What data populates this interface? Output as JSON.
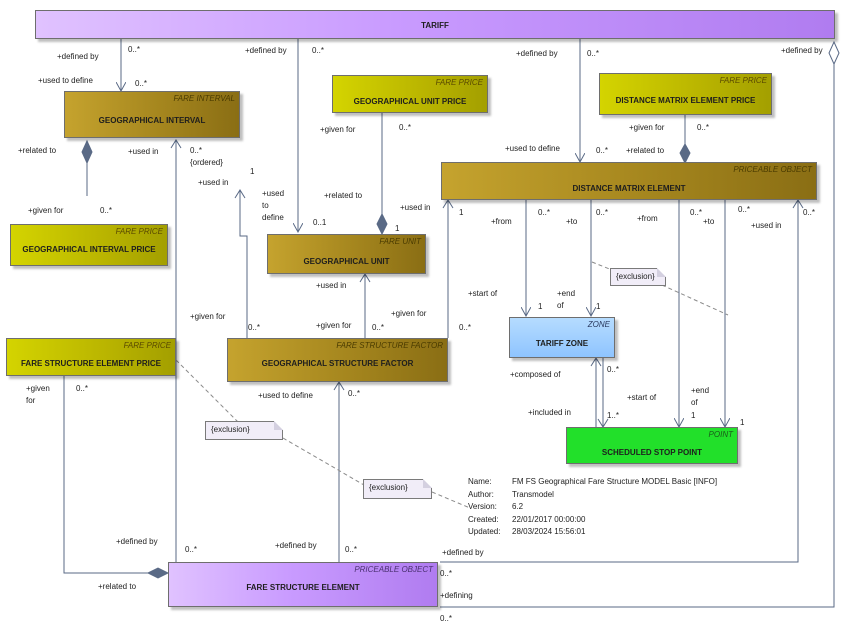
{
  "tariff": {
    "title": "TARIFF"
  },
  "boxes": {
    "geo_interval": {
      "stereotype": "FARE INTERVAL",
      "title": "GEOGRAPHICAL INTERVAL"
    },
    "geo_unit_price": {
      "stereotype": "FARE PRICE",
      "title": "GEOGRAPHICAL UNIT PRICE"
    },
    "dme_price": {
      "stereotype": "FARE PRICE",
      "title": "DISTANCE MATRIX ELEMENT PRICE"
    },
    "dme": {
      "stereotype": "PRICEABLE OBJECT",
      "title": "DISTANCE MATRIX ELEMENT"
    },
    "geo_interval_price": {
      "stereotype": "FARE PRICE",
      "title": "GEOGRAPHICAL INTERVAL PRICE"
    },
    "geo_unit": {
      "stereotype": "FARE UNIT",
      "title": "GEOGRAPHICAL UNIT"
    },
    "tariff_zone": {
      "stereotype": "ZONE",
      "title": "TARIFF ZONE"
    },
    "fse_price": {
      "stereotype": "FARE PRICE",
      "title": "FARE STRUCTURE ELEMENT PRICE"
    },
    "gsf": {
      "stereotype": "FARE STRUCTURE FACTOR",
      "title": "GEOGRAPHICAL STRUCTURE FACTOR"
    },
    "ssp": {
      "stereotype": "POINT",
      "title": "SCHEDULED STOP POINT"
    },
    "fse": {
      "stereotype": "PRICEABLE OBJECT",
      "title": "FARE STRUCTURE ELEMENT"
    }
  },
  "notes": {
    "n1": "{exclusion}",
    "n2": "{exclusion}",
    "n3": "{exclusion}"
  },
  "info": {
    "name_key": "Name:",
    "name": "FM FS Geographical Fare Structure MODEL Basic [INFO]",
    "author_key": "Author:",
    "author": "Transmodel",
    "version_key": "Version:",
    "version": "6.2",
    "created_key": "Created:",
    "created": "22/01/2017 00:00:00",
    "updated_key": "Updated:",
    "updated": "28/03/2024 15:56:01"
  },
  "labels": {
    "a1": "+defined by",
    "a2": "0..*",
    "a3": "+used to define",
    "a4": "0..*",
    "b1": "+defined by",
    "b2": "0..*",
    "c1": "+defined by",
    "c2": "0..*",
    "c3": "+defined by",
    "d1": "+related to",
    "d2": "+used in",
    "d3": "0..*",
    "d4": "{ordered}",
    "d5": "+used in",
    "d6": "1",
    "e1": "+given for",
    "e2": "0..*",
    "f1": "+given for",
    "f2": "0..*",
    "f3": "+related to",
    "g1": "+given for",
    "g2": "0..*",
    "h1": "+used to define",
    "h2": "0..*",
    "i1": "+used",
    "i2": "to",
    "i3": "define",
    "i4": "0..1",
    "j1": "+related to",
    "j2": "1",
    "j3": "+used in",
    "j4": "1",
    "k1": "+from",
    "k2": "0..*",
    "k3": "+to",
    "k4": "0..*",
    "k5": "+from",
    "k6": "0..*",
    "k7": "+to",
    "k8": "0..*",
    "k9": "+used in",
    "k10": "0..*",
    "l1": "+start of",
    "l2": "1",
    "l3": "+end",
    "l4": "of",
    "l5": "1",
    "m1": "+given for",
    "m2": "0..*",
    "n1": "+used in",
    "n2": "+given for",
    "n3": "0..*",
    "n4": "+given for",
    "n5": "0..*",
    "o1": "+given",
    "o2": "for",
    "o3": "0..*",
    "p1": "+used to define",
    "p2": "0..*",
    "q1": "+composed of",
    "q2": "0..*",
    "q3": "+included in",
    "q4": "1..*",
    "r1": "+start of",
    "r2": "+end",
    "r3": "of",
    "r4": "1",
    "r5": "1",
    "s1": "+defined by",
    "s2": "0..*",
    "s3": "+defined by",
    "s4": "0..*",
    "s5": "+defined by",
    "t1": "+related to",
    "t2": "0..*",
    "t3": "+defining",
    "t4": "0..*"
  }
}
